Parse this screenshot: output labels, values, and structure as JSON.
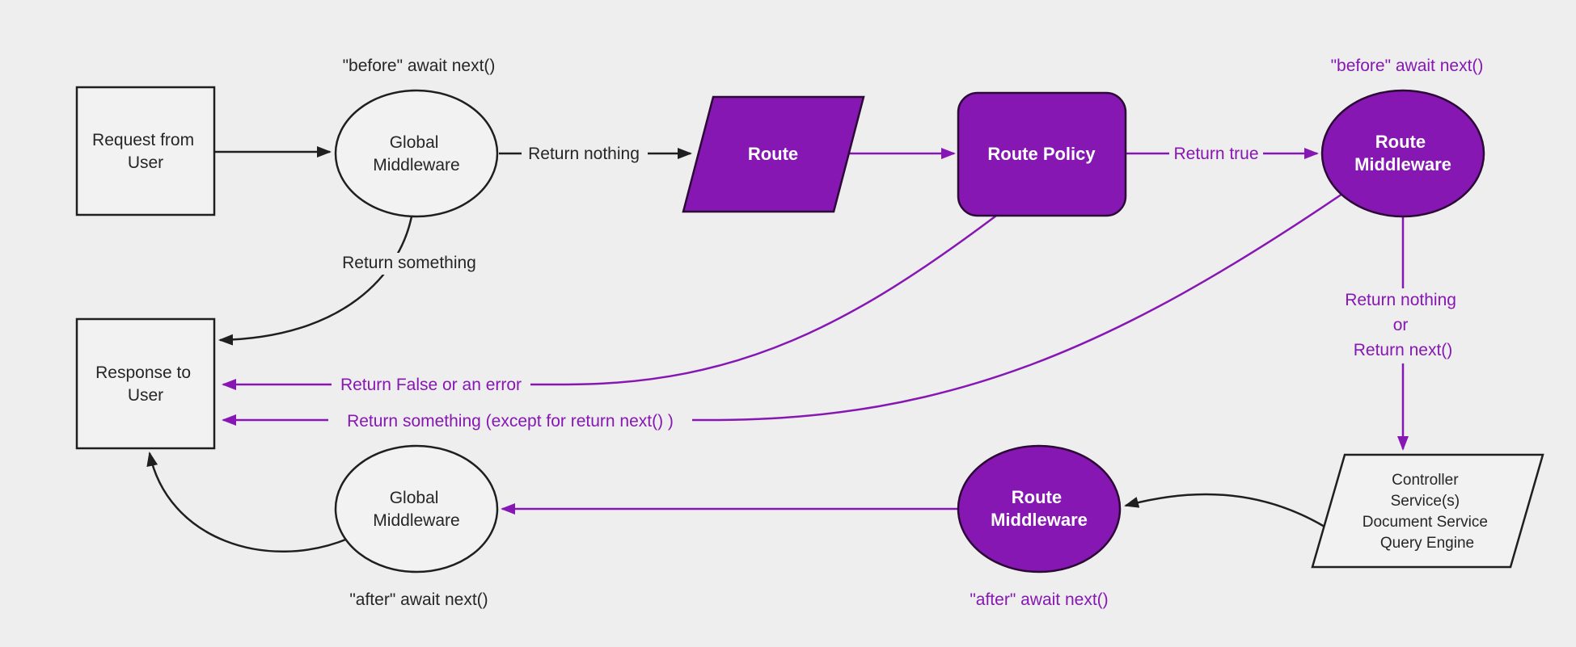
{
  "diagram": {
    "colors": {
      "background": "#eeeeee",
      "light_node_fill": "#f2f2f2",
      "dark_stroke": "#1f1f1f",
      "purple": "#8617b3",
      "purple_node_stroke": "#2c0836",
      "node_text_dark": "#262626",
      "node_text_white": "#ffffff"
    },
    "annotations": {
      "global_before": "\"before\" await next()",
      "route_before": "\"before\" await next()",
      "route_after": "\"after\" await next()",
      "global_after": "\"after\" await next()"
    },
    "nodes": {
      "request_from_user": {
        "lines": [
          "Request from",
          "User"
        ]
      },
      "global_middleware_top": {
        "lines": [
          "Global",
          "Middleware"
        ]
      },
      "route": {
        "label": "Route"
      },
      "route_policy": {
        "label": "Route Policy"
      },
      "route_middleware_top": {
        "lines": [
          "Route",
          "Middleware"
        ]
      },
      "controller_services": {
        "lines": [
          "Controller",
          "Service(s)",
          "Document Service",
          "Query Engine"
        ]
      },
      "route_middleware_bottom": {
        "lines": [
          "Route",
          "Middleware"
        ]
      },
      "global_middleware_bottom": {
        "lines": [
          "Global",
          "Middleware"
        ]
      },
      "response_to_user": {
        "lines": [
          "Response to",
          "User"
        ]
      }
    },
    "edge_labels": {
      "return_nothing": "Return nothing",
      "return_true": "Return true",
      "return_something": "Return something",
      "return_false_or_error": "Return False or an error",
      "return_something_except": "Return something (except for return next() )",
      "return_nothing_or_next": [
        "Return nothing",
        "or",
        "Return next()"
      ]
    }
  }
}
